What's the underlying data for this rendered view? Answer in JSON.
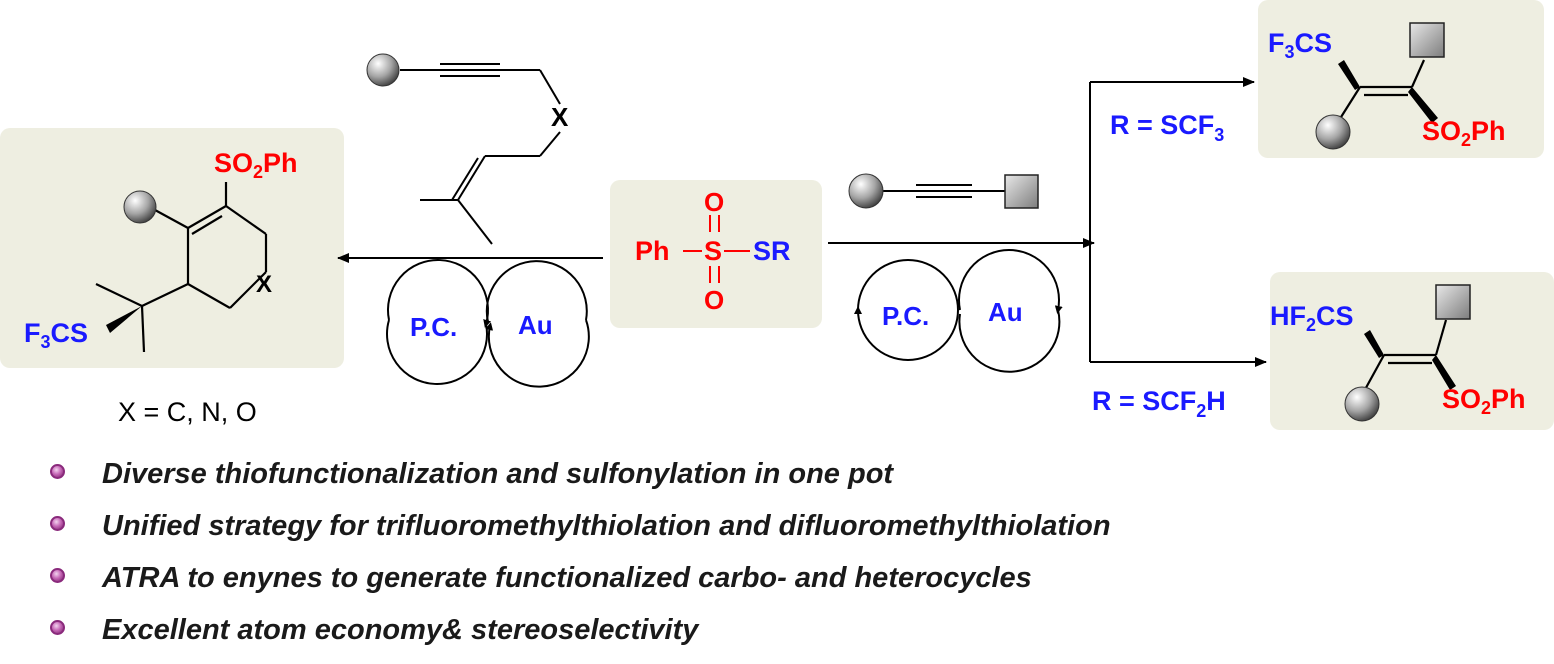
{
  "reagent": {
    "ph": "Ph",
    "s": "S",
    "sr": "SR",
    "o_top": "O",
    "o_bottom": "O"
  },
  "left_product": {
    "so2ph": "SO2Ph",
    "f3cs": "F3CS",
    "x": "X"
  },
  "enyne_x": "X",
  "x_def": "X = C, N, O",
  "catalysis_left": {
    "pc": "P.C.",
    "au": "Au"
  },
  "catalysis_right": {
    "pc": "P.C.",
    "au": "Au"
  },
  "top_branch": {
    "condition": "R = SCF3",
    "sub_group": "F3CS",
    "sulfonyl": "SO2Ph"
  },
  "bottom_branch": {
    "condition": "R = SCF2H",
    "sub_group": "HF2CS",
    "sulfonyl": "SO2Ph"
  },
  "bullets": [
    "Diverse thiofunctionalization and sulfonylation in one pot",
    "Unified strategy for trifluoromethylthiolation and difluoromethylthiolation",
    "ATRA to enynes to generate functionalized carbo- and heterocycles",
    "Excellent atom economy& stereoselectivity"
  ],
  "colors": {
    "red": "#ff0000",
    "blue": "#1a1aff",
    "panel": "#eeeee1"
  }
}
